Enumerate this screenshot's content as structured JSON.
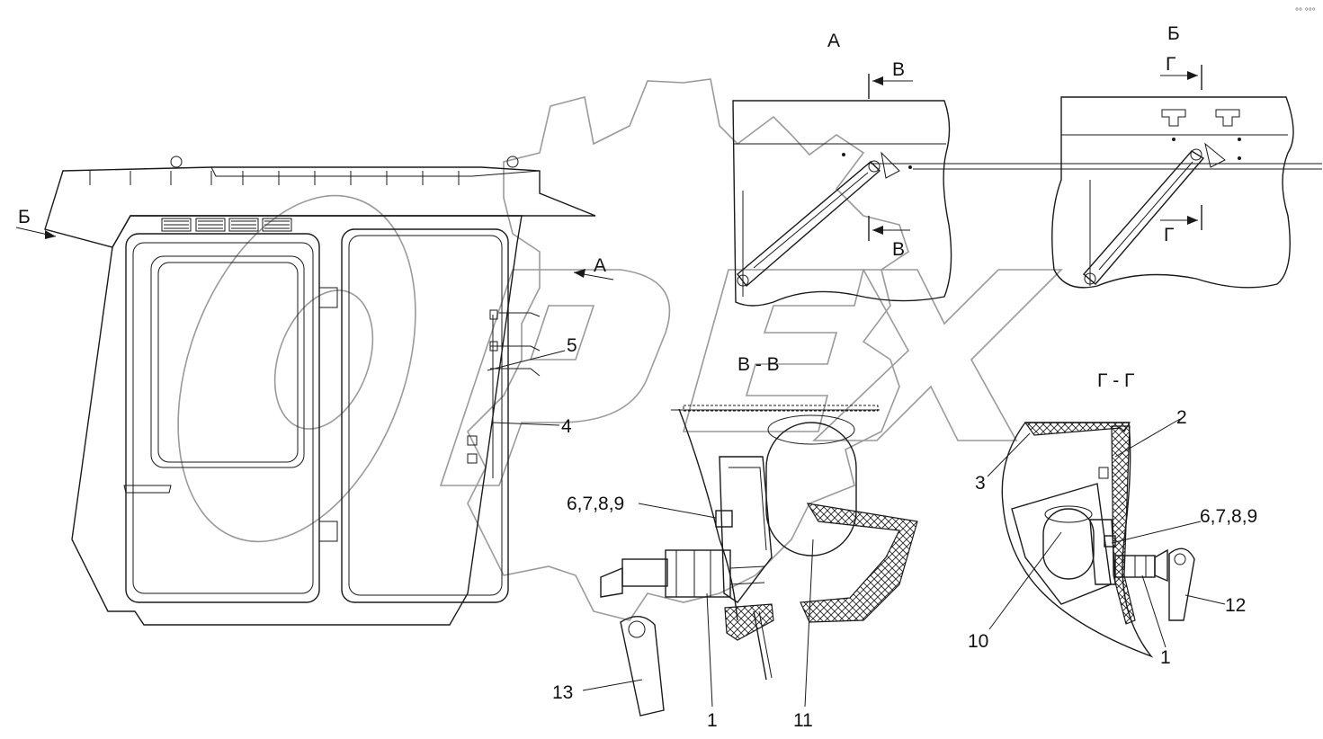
{
  "views": {
    "a": "А",
    "b": "Б",
    "v": "В",
    "g": "Г",
    "vv": "В - В",
    "gg": "Г - Г"
  },
  "callouts": {
    "c1": "1",
    "c2": "2",
    "c3": "3",
    "c4": "4",
    "c5": "5",
    "c6789": "6,7,8,9",
    "c10": "10",
    "c11": "11",
    "c12": "12",
    "c13": "13"
  },
  "watermark": "OPEX",
  "corner_mark": "°° °°°"
}
